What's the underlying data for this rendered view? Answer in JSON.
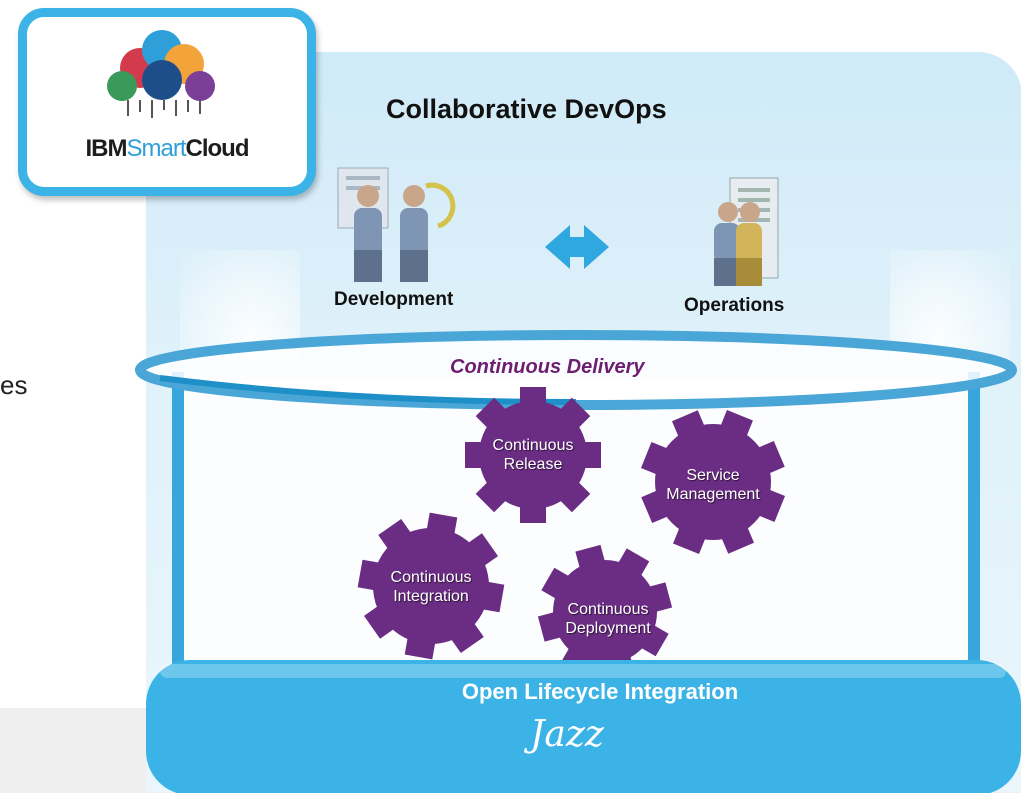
{
  "left_text": "es",
  "logo": {
    "ibm": "IBM",
    "smart": "Smart",
    "cloud": "Cloud"
  },
  "title": "Collaborative DevOps",
  "roles": {
    "development": "Development",
    "operations": "Operations"
  },
  "loop_label": "Continuous Delivery",
  "gears": {
    "release": [
      "Continuous",
      "Release"
    ],
    "service": [
      "Service",
      "Management"
    ],
    "integration": [
      "Continuous",
      "Integration"
    ],
    "deployment": [
      "Continuous",
      "Deployment"
    ]
  },
  "base_label": "Open Lifecycle Integration",
  "base_brand": "Jazz",
  "colors": {
    "accent_blue": "#36a6dc",
    "gear_purple": "#6b2d84",
    "loop_text": "#6d1e6f"
  }
}
